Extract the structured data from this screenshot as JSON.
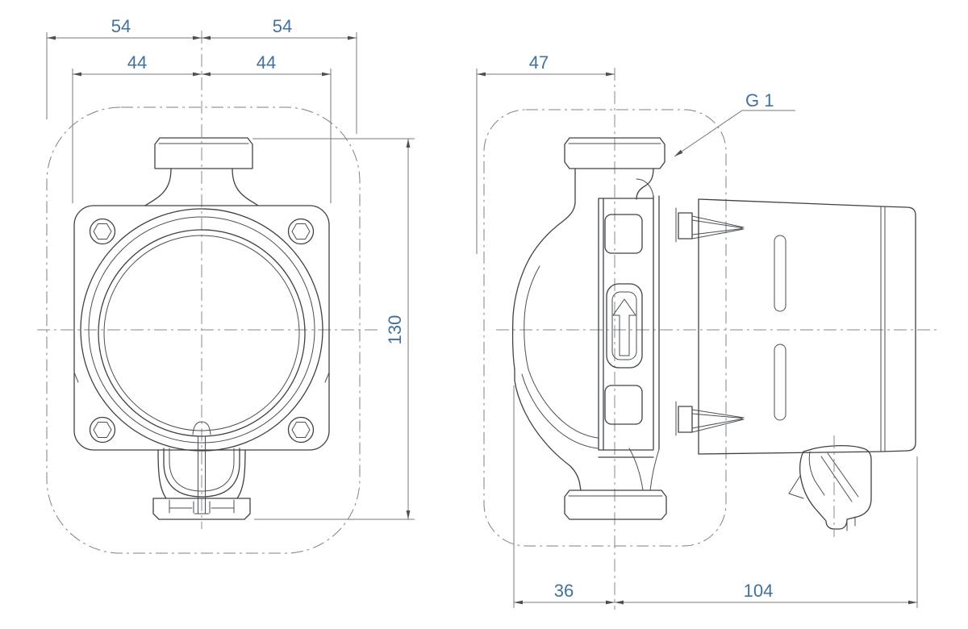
{
  "drawing": {
    "description": "Technical dimensional drawing of a circulator pump, front view (left) and side view (right)",
    "units": "mm",
    "views": [
      {
        "id": "front",
        "name": "front view"
      },
      {
        "id": "side",
        "name": "side view"
      }
    ]
  },
  "dimensions": {
    "front_top_left_54": "54",
    "front_top_right_54": "54",
    "front_inner_left_44": "44",
    "front_inner_right_44": "44",
    "front_height_130": "130",
    "side_top_47": "47",
    "side_bottom_left_36": "36",
    "side_bottom_right_104": "104",
    "port_thread_label": "G 1"
  },
  "colors": {
    "background": "#ffffff",
    "object_line": "#3d4247",
    "dimension_line": "#74787c",
    "centerline": "#85898d",
    "dimension_text": "#41719e"
  }
}
